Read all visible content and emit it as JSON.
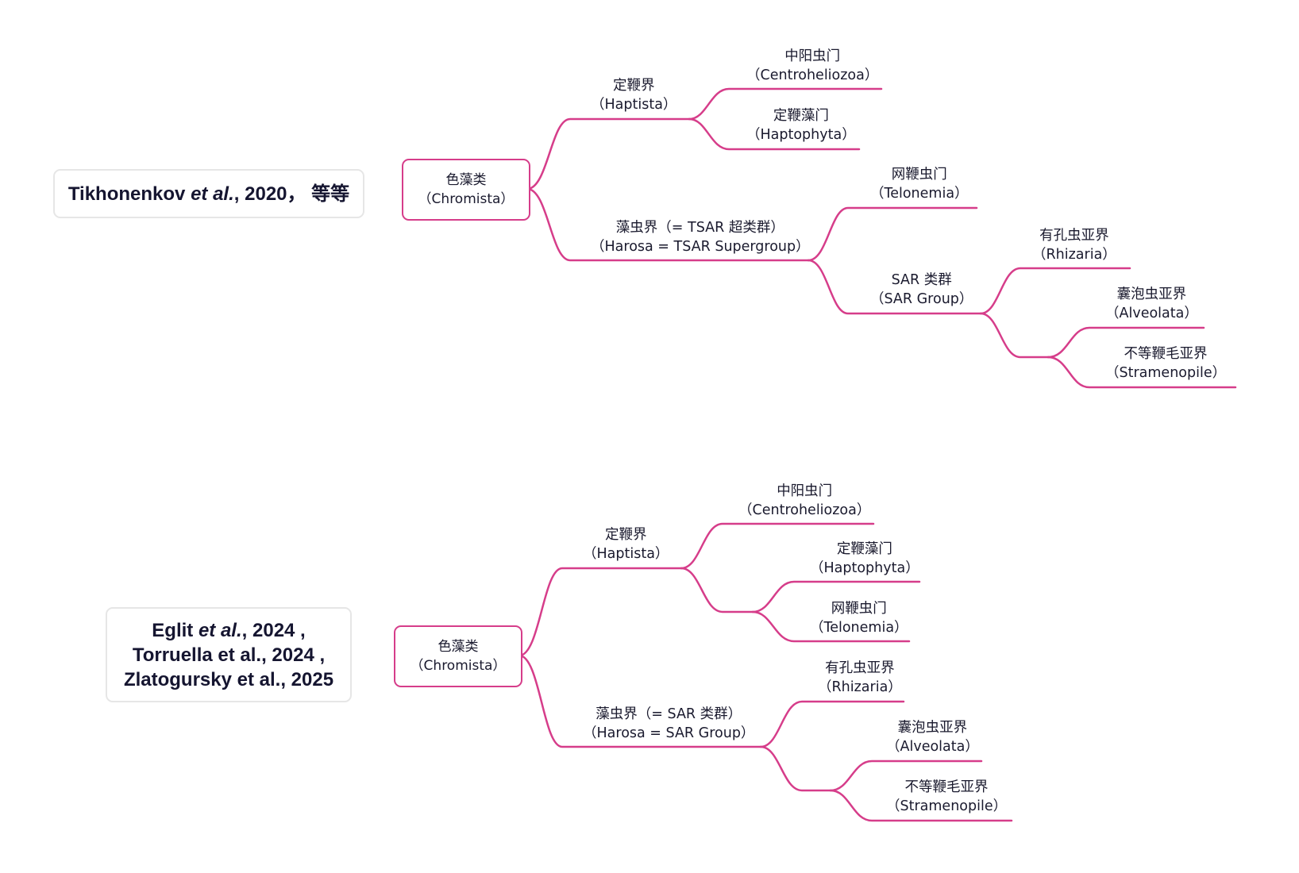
{
  "accent_color": "#d63d8a",
  "diagrams": [
    {
      "source_lines": [
        {
          "author": "Tikhonenkov",
          "etal": "et al.",
          "rest": ", 2020， 等等"
        }
      ],
      "root": {
        "cn": "色藻类",
        "en": "（Chromista）"
      },
      "nodes": {
        "haptista": {
          "cn": "定鞭界",
          "en": "（Haptista）"
        },
        "centroheliozoa": {
          "cn": "中阳虫门",
          "en": "（Centroheliozoa）"
        },
        "haptophyta": {
          "cn": "定鞭藻门",
          "en": "（Haptophyta）"
        },
        "harosa": {
          "cn": "藻虫界（= TSAR 超类群）",
          "en": "（Harosa = TSAR Supergroup）"
        },
        "telonemia": {
          "cn": "网鞭虫门",
          "en": "（Telonemia）"
        },
        "sar": {
          "cn": "SAR 类群",
          "en": "（SAR Group）"
        },
        "rhizaria": {
          "cn": "有孔虫亚界",
          "en": "（Rhizaria）"
        },
        "alveolata": {
          "cn": "囊泡虫亚界",
          "en": "（Alveolata）"
        },
        "stramenopile": {
          "cn": "不等鞭毛亚界",
          "en": "（Stramenopile）"
        }
      }
    },
    {
      "source_lines": [
        {
          "author": "Eglit",
          "etal": "et al.",
          "rest": ", 2024 ,"
        },
        {
          "author": "Torruella",
          "etal": "",
          "rest": "et al., 2024 ,"
        },
        {
          "author": "Zlatogursky",
          "etal": "",
          "rest": "et al., 2025"
        }
      ],
      "root": {
        "cn": "色藻类",
        "en": "（Chromista）"
      },
      "nodes": {
        "haptista": {
          "cn": "定鞭界",
          "en": "（Haptista）"
        },
        "centroheliozoa": {
          "cn": "中阳虫门",
          "en": "（Centroheliozoa）"
        },
        "haptophyta": {
          "cn": "定鞭藻门",
          "en": "（Haptophyta）"
        },
        "telonemia": {
          "cn": "网鞭虫门",
          "en": "（Telonemia）"
        },
        "harosa": {
          "cn": "藻虫界（= SAR 类群）",
          "en": "（Harosa = SAR Group）"
        },
        "rhizaria": {
          "cn": "有孔虫亚界",
          "en": "（Rhizaria）"
        },
        "alveolata": {
          "cn": "囊泡虫亚界",
          "en": "（Alveolata）"
        },
        "stramenopile": {
          "cn": "不等鞭毛亚界",
          "en": "（Stramenopile）"
        }
      }
    }
  ]
}
